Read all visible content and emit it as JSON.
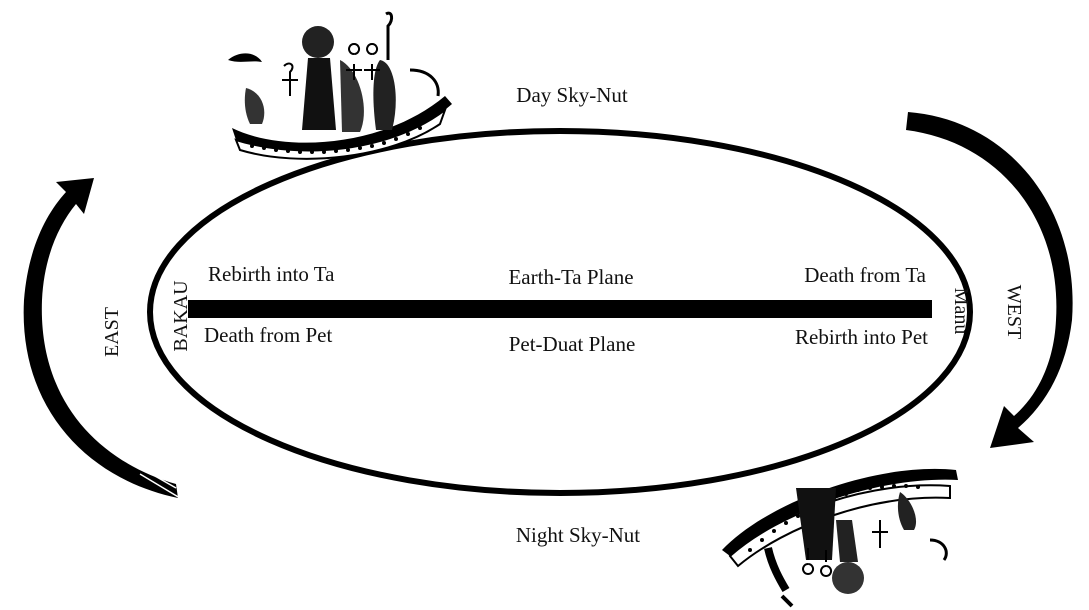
{
  "labels": {
    "day_sky": "Day Sky-Nut",
    "night_sky": "Night Sky-Nut",
    "earth_plane": "Earth-Ta Plane",
    "pet_plane": "Pet-Duat Plane",
    "rebirth_ta": "Rebirth into Ta",
    "death_pet": "Death from Pet",
    "death_ta": "Death from Ta",
    "rebirth_pet": "Rebirth into Pet",
    "east": "EAST",
    "west": "WEST",
    "bakau": "BAKAU",
    "manu": "Manu"
  },
  "icons": {
    "top_boat": "solar-barque-icon",
    "bottom_boat": "inverted-solar-barque-icon"
  },
  "colors": {
    "ink": "#000000",
    "background": "#ffffff"
  }
}
